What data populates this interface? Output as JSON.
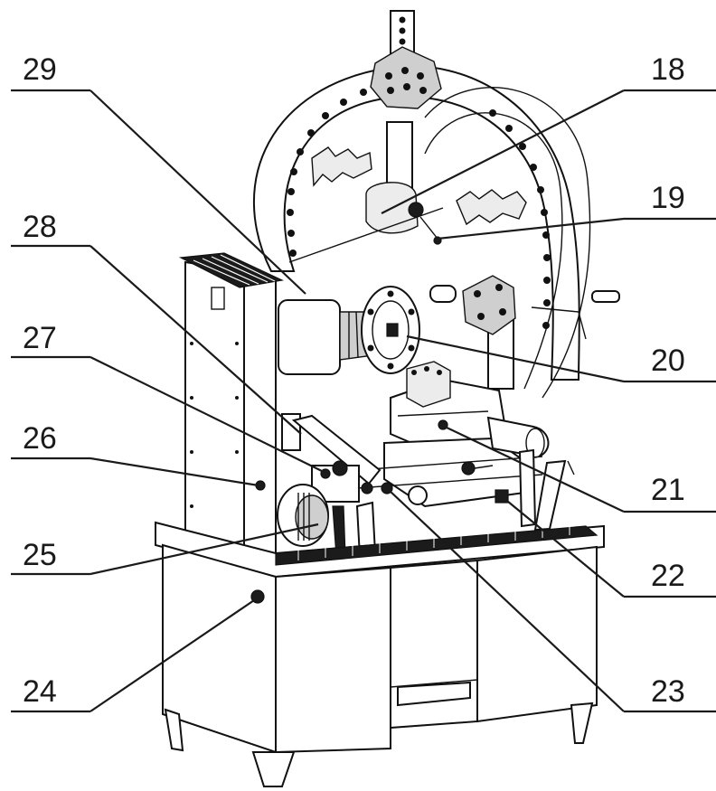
{
  "callouts": [
    {
      "id": "29",
      "label": "29"
    },
    {
      "id": "28",
      "label": "28"
    },
    {
      "id": "27",
      "label": "27"
    },
    {
      "id": "26",
      "label": "26"
    },
    {
      "id": "25",
      "label": "25"
    },
    {
      "id": "24",
      "label": "24"
    },
    {
      "id": "18",
      "label": "18"
    },
    {
      "id": "19",
      "label": "19"
    },
    {
      "id": "20",
      "label": "20"
    },
    {
      "id": "21",
      "label": "21"
    },
    {
      "id": "22",
      "label": "22"
    },
    {
      "id": "23",
      "label": "23"
    }
  ]
}
